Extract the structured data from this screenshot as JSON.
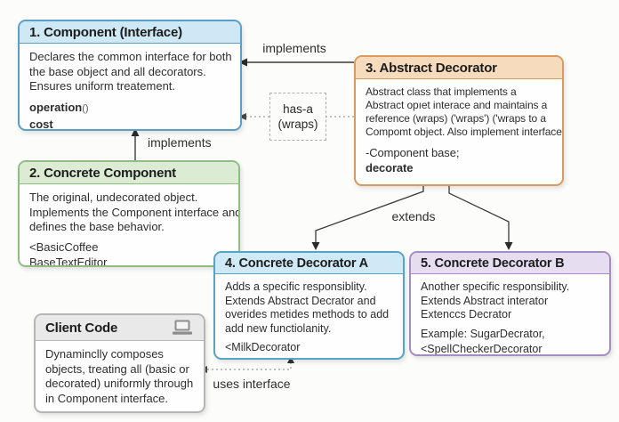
{
  "boxes": {
    "component": {
      "title": "1. Component (Interface)",
      "body_lines": [
        "Declares the common interface for both",
        "the base object and all decorators.",
        "Ensures uniform treatement."
      ],
      "member1_bold": "operation",
      "member1_suffix": "()",
      "member2_bold": "cost",
      "border_color": "#5b9ec6",
      "header_color": "#cfe8f5"
    },
    "concrete_component": {
      "title": "2. Concrete Component",
      "body_lines": [
        "The original, undecorated object.",
        "Implements the Component interface and",
        "defines the base behavior."
      ],
      "example1": "<BasicCoffee",
      "example2": "BaseTextEditor",
      "border_color": "#8fbe85",
      "header_color": "#dcecd4"
    },
    "abstract_decorator": {
      "title": "3. Abstract Decorator",
      "body_lines": [
        "Abstract class that implements a",
        "Abstract opıet interace and maintains a",
        "reference (wraps) ('wraps') ('wraps to a",
        "Compomt object. Also implement interface."
      ],
      "member1": "-Component base;",
      "member2_bold": "decorate",
      "border_color": "#d89a5e",
      "header_color": "#f6dcbd"
    },
    "concrete_decorator_a": {
      "title": "4. Concrete Decorator A",
      "body_lines": [
        "Adds a specific responsiblity.",
        "Extends Abstract Decrator and",
        "overides metides methods to add",
        "add new functiolanity."
      ],
      "example1": "<MilkDecorator",
      "border_color": "#56a3c4",
      "header_color": "#cfe9f6"
    },
    "concrete_decorator_b": {
      "title": "5. Concrete Decorator B",
      "body_lines": [
        "Another specific responsibility.",
        "Extends Abstract interator",
        "Extenccs Decrator"
      ],
      "example1": "Example: SugarDecrator,",
      "example2": "<SpellCheckerDecorator",
      "border_color": "#a68cc5",
      "header_color": "#e6ddf0"
    },
    "client_code": {
      "title": "Client Code",
      "icon": "laptop-icon",
      "body_lines": [
        "Dynaminclly composes",
        "objects, treating all (basic or",
        "decorated) uniformly through",
        "in Component interface."
      ],
      "border_color": "#b5b5b5",
      "header_color": "#e9e9e9"
    }
  },
  "connectors": {
    "implements_top": "implements",
    "implements_left": "implements",
    "has_a_line1": "has-a",
    "has_a_line2": "(wraps)",
    "extends": "extends",
    "uses_interface": "uses interface",
    "line_color": "#3a3a3a",
    "dotted_color": "#9a9a9a"
  }
}
